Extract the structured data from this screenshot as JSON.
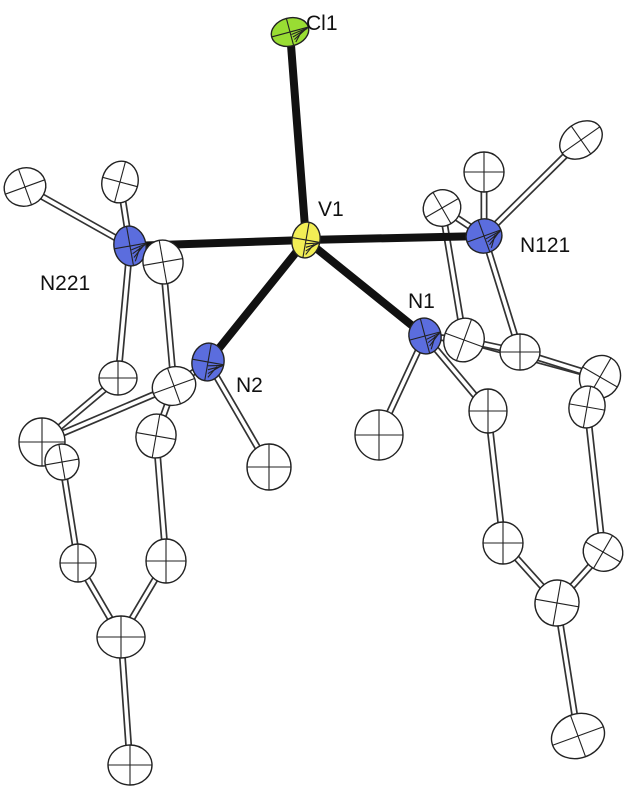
{
  "labels": {
    "cl1": "Cl1",
    "v1": "V1",
    "n221": "N221",
    "n121": "N121",
    "n1": "N1",
    "n2": "N2"
  },
  "colors": {
    "chlorine": "#99dd33",
    "vanadium": "#f2ee55",
    "nitrogen": "#5b6dde",
    "carbon": "#ffffff",
    "bond": "#111111"
  }
}
